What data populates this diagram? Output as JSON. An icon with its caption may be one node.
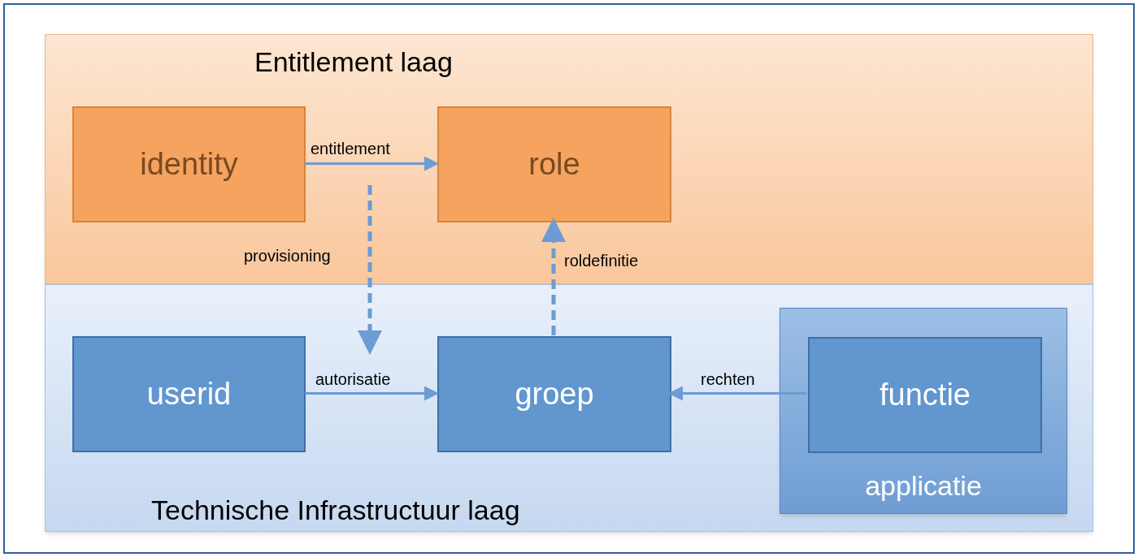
{
  "diagram": {
    "nodes": [
      {
        "text": [
          "Entitlement laag"
        ]
      },
      {
        "text": [
          "identity"
        ],
        "in": 0
      },
      {
        "text": [
          "role"
        ],
        "in": 0
      },
      {
        "text": [
          "Technische Infrastructuur laag"
        ]
      },
      {
        "text": [
          "userid"
        ],
        "in": 3
      },
      {
        "text": [
          "groep"
        ],
        "in": 3
      },
      {
        "text": [
          "applicatie"
        ],
        "in": 3
      },
      {
        "text": [
          "functie"
        ],
        "in": 6
      }
    ],
    "edges": [
      {
        "from": 1,
        "to": 2,
        "arrow": "to",
        "label": "entitlement"
      },
      {
        "from": null,
        "to": 3,
        "arrow": "to",
        "label": "provisioning",
        "style": "dashed"
      },
      {
        "from": 5,
        "to": 2,
        "arrow": "to",
        "label": "roldefinitie",
        "style": "dashed"
      },
      {
        "from": 4,
        "to": 5,
        "arrow": "to",
        "label": "autorisatie"
      },
      {
        "from": 7,
        "to": 5,
        "arrow": "to",
        "label": "rechten"
      }
    ]
  }
}
